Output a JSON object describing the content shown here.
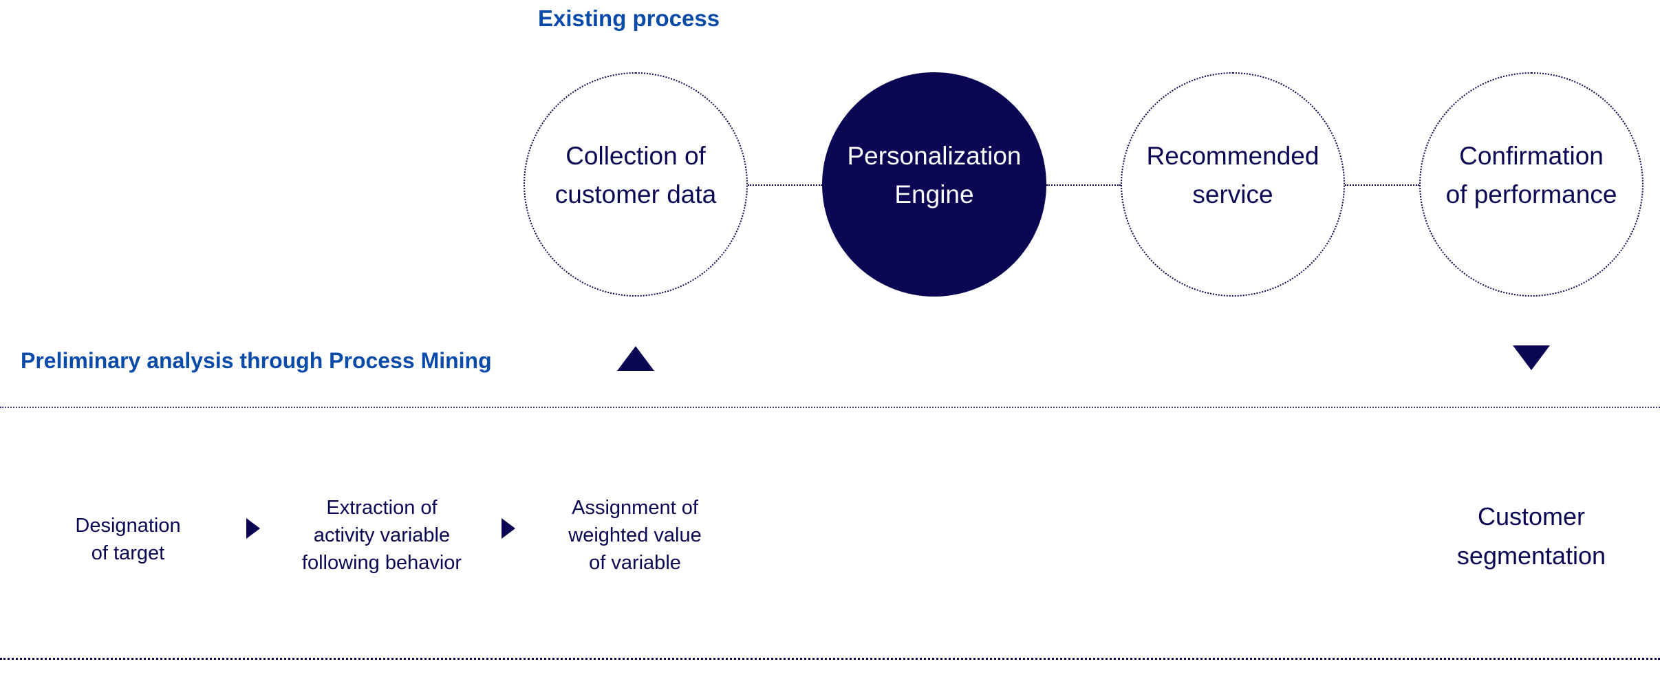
{
  "colors": {
    "heading": "#0a4aa8",
    "navy": "#0a0653",
    "background": "#ffffff"
  },
  "existing_process": {
    "heading": "Existing process",
    "steps": [
      {
        "label": "Collection of\ncustomer data",
        "style": "outlined"
      },
      {
        "label": "Personalization\nEngine",
        "style": "filled"
      },
      {
        "label": "Recommended\nservice",
        "style": "outlined"
      },
      {
        "label": "Confirmation\nof performance",
        "style": "outlined"
      }
    ]
  },
  "process_mining": {
    "heading": "Preliminary analysis through Process Mining",
    "steps": [
      {
        "label": "Designation\nof target"
      },
      {
        "label": "Extraction of\nactivity variable\nfollowing behavior"
      },
      {
        "label": "Assignment of\nweighted value\nof variable"
      }
    ],
    "result": {
      "label": "Customer\nsegmentation"
    }
  },
  "icons": {
    "up_arrow": "triangle-up",
    "down_arrow": "triangle-down",
    "step_arrow": "triangle-right"
  }
}
